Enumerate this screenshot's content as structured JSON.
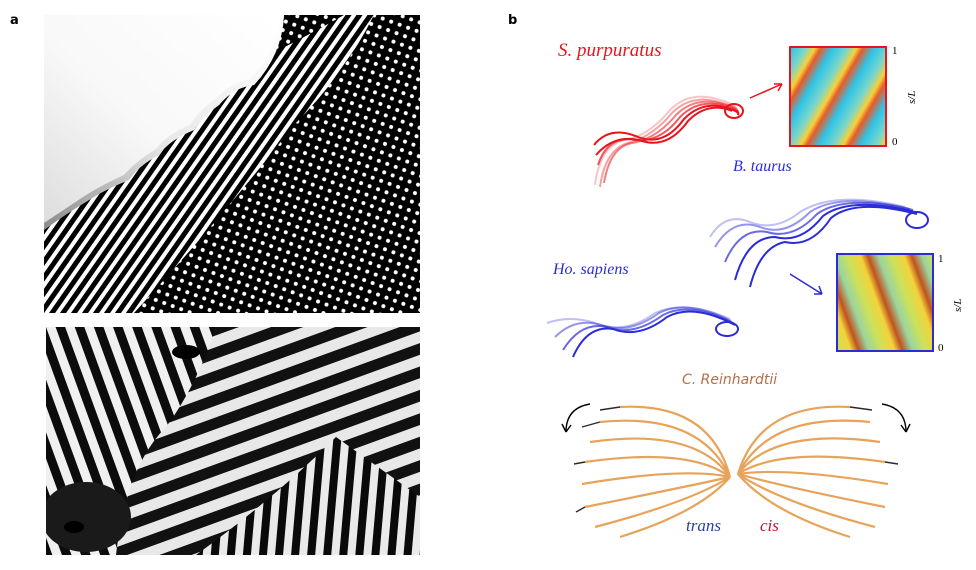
{
  "panels": {
    "a": {
      "letter": "a"
    },
    "b": {
      "letter": "b"
    }
  },
  "species": {
    "purpuratus": "S. purpuratus",
    "taurus": "B. taurus",
    "sapiens": "Ho. sapiens",
    "reinhardtii": "C. Reinhardtii",
    "trans": "trans",
    "cis": "cis"
  },
  "heatmaps": {
    "top": {
      "ymax": "1",
      "ymin": "0",
      "axis": "s/L"
    },
    "bottom": {
      "ymax": "1",
      "ymin": "0",
      "axis": "s/L"
    }
  },
  "colors": {
    "red": "#e8141c",
    "blue": "#2b2bd8",
    "brown": "#b5704a",
    "orange": "#e8a35a"
  }
}
